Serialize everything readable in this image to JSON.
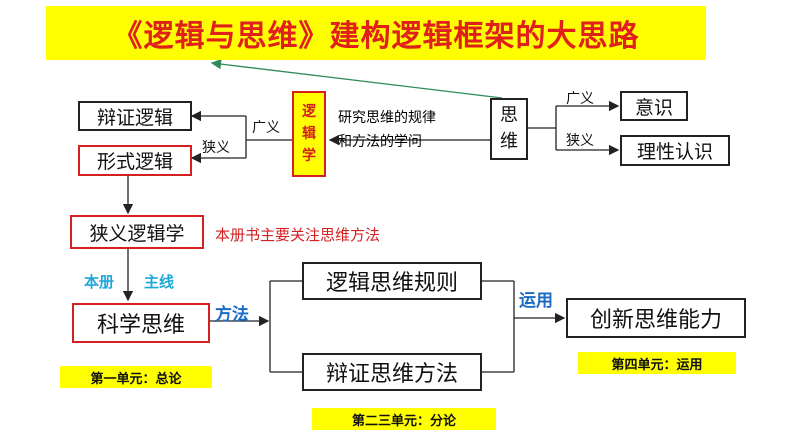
{
  "title": "《逻辑与思维》建构逻辑框架的大思路",
  "logic_box": {
    "chars": [
      "逻",
      "辑",
      "学"
    ]
  },
  "thinking_box": {
    "chars": [
      "思",
      "维"
    ]
  },
  "definition": {
    "line1": "研究思维的规律",
    "line2": "和方法的学问"
  },
  "left_branch": {
    "broad_label": "广义",
    "narrow_label": "狭义",
    "dialectical_logic": "辩证逻辑",
    "formal_logic": "形式逻辑"
  },
  "right_branch": {
    "broad_label": "广义",
    "narrow_label": "狭义",
    "consciousness": "意识",
    "rational_cognition": "理性认识"
  },
  "narrow_logic": "狭义逻辑学",
  "book_focus_note": "本册书主要关注思维方法",
  "main_line": {
    "part1": "本册",
    "part2": "主线"
  },
  "scientific_thinking": "科学思维",
  "method_label": "方法",
  "logic_rules": "逻辑思维规则",
  "dialectical_methods": "辩证思维方法",
  "apply_label": "运用",
  "innovation_ability": "创新思维能力",
  "unit_tags": {
    "unit1": "第一单元：总论",
    "unit23": "第二三单元：分论",
    "unit4": "第四单元：运用"
  },
  "colors": {
    "title_text": "#e0201b",
    "highlight": "#ffff00",
    "accent_red": "#d42020",
    "accent_blue": "#1b6bc5",
    "arrow_green": "#2e8b57"
  }
}
